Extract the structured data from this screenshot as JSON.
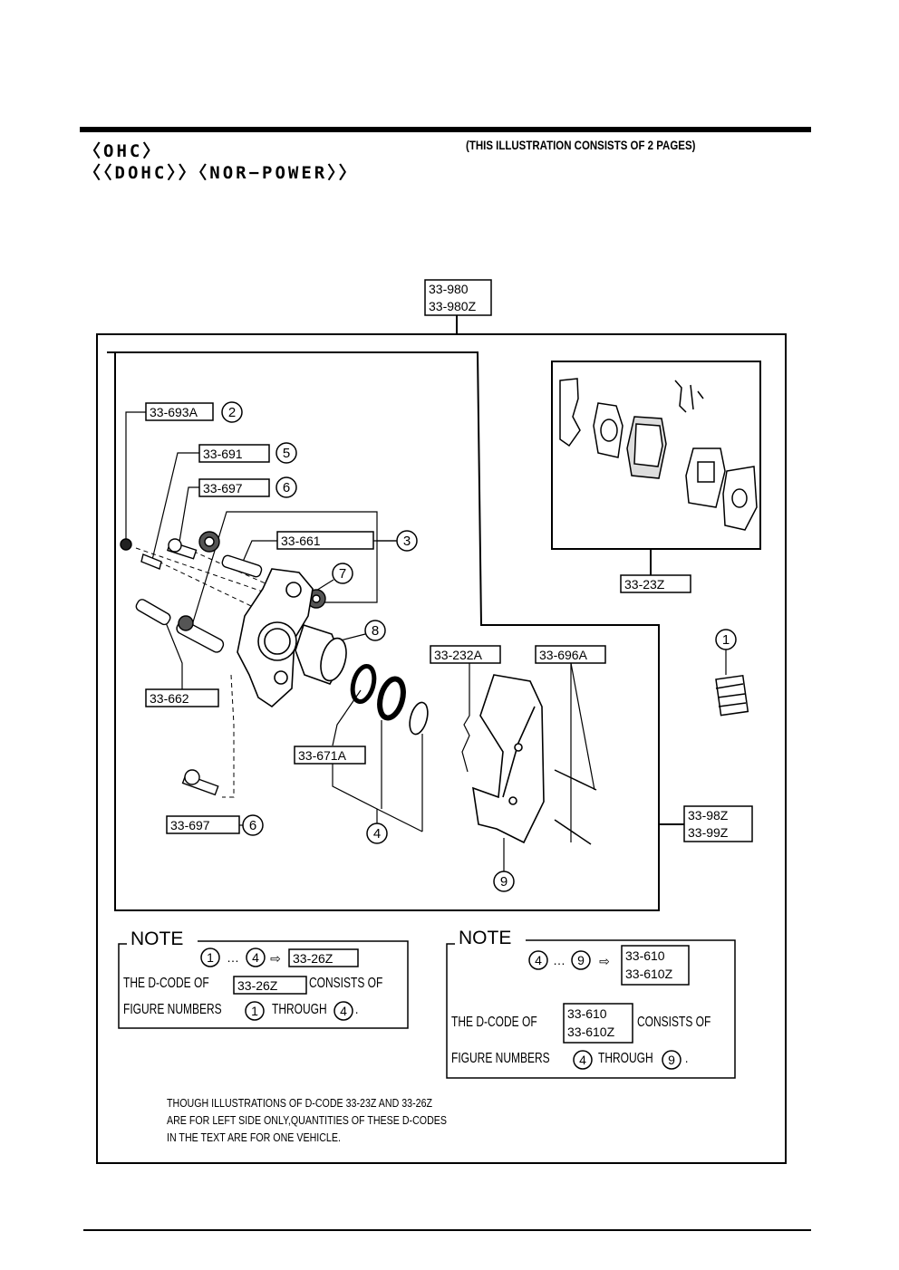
{
  "header": {
    "line1": "〈OHC〉",
    "line2": "〈〈DOHC〉〉〈NOR−POWER〉〉",
    "pages_note": "(THIS ILLUSTRATION CONSISTS OF  2 PAGES)"
  },
  "assembly_codes": {
    "top_line1": "33-980",
    "top_line2": "33-980Z",
    "side_line1": "33-98Z",
    "side_line2": "33-99Z"
  },
  "part_labels": {
    "p693a": "33-693A",
    "p691": "33-691",
    "p697a": "33-697",
    "p661": "33-661",
    "p662": "33-662",
    "p697b": "33-697",
    "p671a": "33-671A",
    "p232a": "33-232A",
    "p696a": "33-696A",
    "p23z": "33-23Z"
  },
  "figure_numbers": {
    "n2": "2",
    "n5": "5",
    "n6a": "6",
    "n3": "3",
    "n7": "7",
    "n8": "8",
    "n6b": "6",
    "n4": "4",
    "n9": "9",
    "n1": "1"
  },
  "note_left": {
    "title": "NOTE",
    "range_start": "1",
    "dots": "…",
    "range_end": "4",
    "arrow": "⇨",
    "code": "33-26Z",
    "text_a": "THE D-CODE OF",
    "text_b": "CONSISTS OF",
    "text_c": "FIGURE NUMBERS",
    "text_d": "THROUGH",
    "num_from": "1",
    "num_to": "4",
    "period": "."
  },
  "note_right": {
    "title": "NOTE",
    "range_start": "4",
    "dots": "…",
    "range_end": "9",
    "arrow": "⇨",
    "code_line1": "33-610",
    "code_line2": "33-610Z",
    "text_a": "THE D-CODE OF",
    "text_b": "CONSISTS OF",
    "text_c": "FIGURE NUMBERS",
    "text_d": "THROUGH",
    "num_from": "4",
    "num_to": "9",
    "period": "."
  },
  "footnote": {
    "line1": "THOUGH ILLUSTRATIONS OF D-CODE 33-23Z AND 33-26Z",
    "line2": "ARE FOR LEFT SIDE ONLY,QUANTITIES OF THESE D-CODES",
    "line3": "IN THE TEXT ARE FOR ONE VEHICLE."
  }
}
